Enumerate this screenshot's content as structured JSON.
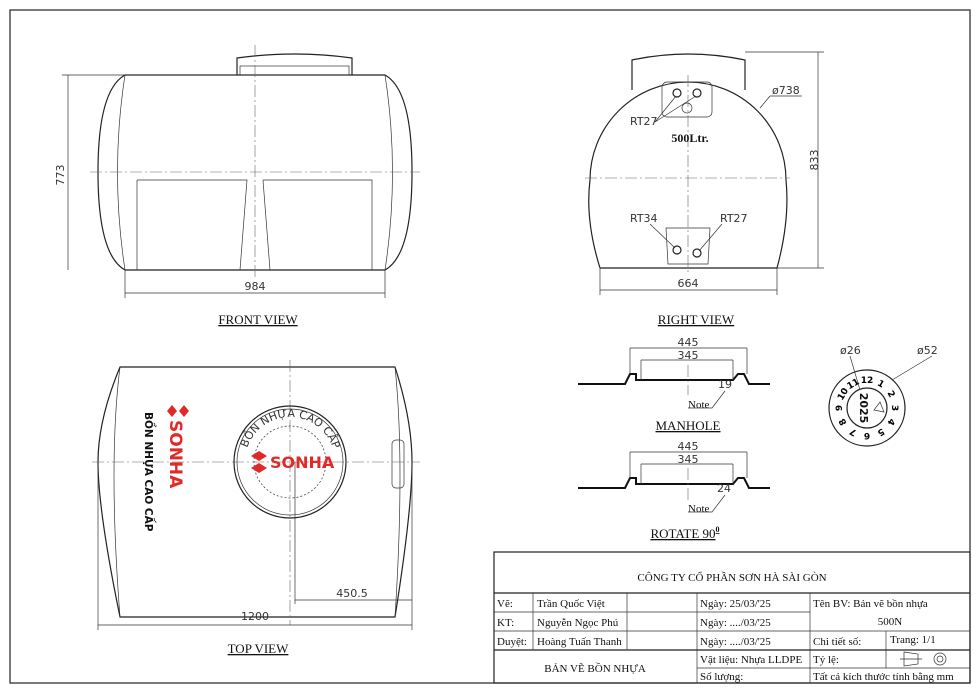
{
  "front_view": {
    "title": "FRONT VIEW",
    "height_dim": "773",
    "width_dim": "984"
  },
  "right_view": {
    "title": "RIGHT VIEW",
    "diameter_dim": "ø738",
    "height_dim": "833",
    "width_dim": "664",
    "capacity": "500Ltr.",
    "labels": [
      "RT27",
      "RT34",
      "RT27"
    ]
  },
  "top_view": {
    "title": "TOP VIEW",
    "length_dim": "1200",
    "offset_dim": "450.5",
    "brand": "SONHA",
    "slogan": "BỒN NHỰA CAO CẤP",
    "stamp_text": "BỒN NHỰA CAO CẤP"
  },
  "manhole": {
    "title": "MANHOLE",
    "outer_dim": "445",
    "inner_dim": "345",
    "thickness": "19",
    "note": "Note"
  },
  "rotate": {
    "title": "ROTATE 90",
    "superscript": "0",
    "outer_dim": "445",
    "inner_dim": "345",
    "thickness": "24",
    "note": "Note"
  },
  "date_dial": {
    "inner_dim": "ø26",
    "outer_dim": "ø52",
    "year": "2025",
    "months": [
      "12",
      "1",
      "2",
      "3",
      "4",
      "5",
      "6",
      "7",
      "8",
      "9",
      "10",
      "11"
    ]
  },
  "title_block": {
    "company": "CÔNG TY CỔ PHẦN SƠN HÀ SÀI GÒN",
    "rows": [
      {
        "role": "Vẽ:",
        "name": "Trần Quốc Việt",
        "date": "Ngày: 25/03/'25"
      },
      {
        "role": "KT:",
        "name": "Nguyễn Ngọc Phú",
        "date": "Ngày: ..../03/'25"
      },
      {
        "role": "Duyệt:",
        "name": "Hoàng Tuấn Thanh",
        "date": "Ngày: ..../03/'25"
      }
    ],
    "drawing_name": "Tên BV: Bản vẽ bồn nhựa",
    "drawing_model": "500N",
    "detail_no": "Chi tiết số:",
    "page": "Trang: 1/1",
    "drawing_title": "BẢN VẼ BỒN NHỰA",
    "material": "Vật liệu: Nhựa LLDPE",
    "quantity": "Số lượng:",
    "scale": "Tỷ lệ:",
    "units_note": "Tất cả kích thước tính bằng mm"
  },
  "colors": {
    "brand_red": "#e02a2a",
    "line": "#222222"
  }
}
